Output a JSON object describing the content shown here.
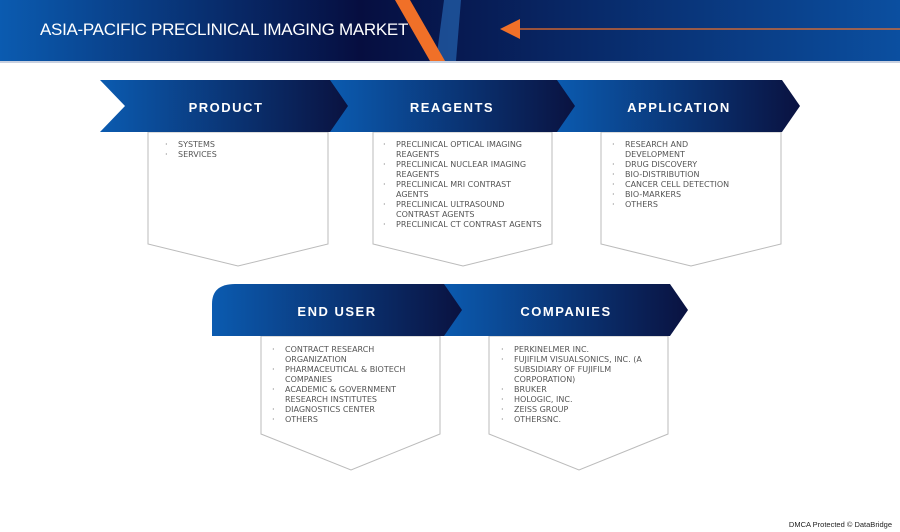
{
  "header": {
    "title": "ASIA-PACIFIC PRECLINICAL IMAGING MARKET"
  },
  "colors": {
    "brand_dark": "#0a1240",
    "brand_blue": "#0b5bb0",
    "accent_orange": "#f07028"
  },
  "segments": [
    {
      "label": "PRODUCT",
      "items": [
        "SYSTEMS",
        "SERVICES"
      ]
    },
    {
      "label": "REAGENTS",
      "items": [
        "PRECLINICAL OPTICAL IMAGING REAGENTS",
        "PRECLINICAL NUCLEAR IMAGING REAGENTS",
        "PRECLINICAL MRI CONTRAST AGENTS",
        "PRECLINICAL ULTRASOUND CONTRAST AGENTS",
        "PRECLINICAL CT CONTRAST AGENTS"
      ]
    },
    {
      "label": "APPLICATION",
      "items": [
        "RESEARCH AND DEVELOPMENT",
        "DRUG DISCOVERY",
        "BIO-DISTRIBUTION",
        "CANCER CELL DETECTION",
        "BIO-MARKERS",
        "OTHERS"
      ]
    },
    {
      "label": "END USER",
      "items": [
        "CONTRACT RESEARCH ORGANIZATION",
        "PHARMACEUTICAL & BIOTECH COMPANIES",
        "ACADEMIC & GOVERNMENT RESEARCH INSTITUTES",
        "DIAGNOSTICS CENTER",
        "OTHERS"
      ]
    },
    {
      "label": "COMPANIES",
      "items": [
        "PERKINELMER INC.",
        "FUJIFILM VISUALSONICS, INC. (A SUBSIDIARY OF FUJIFILM CORPORATION)",
        "BRUKER",
        "HOLOGIC, INC.",
        "ZEISS GROUP",
        "OTHERSNC."
      ]
    }
  ],
  "footer": {
    "text": "DMCA Protected © DataBridge"
  }
}
